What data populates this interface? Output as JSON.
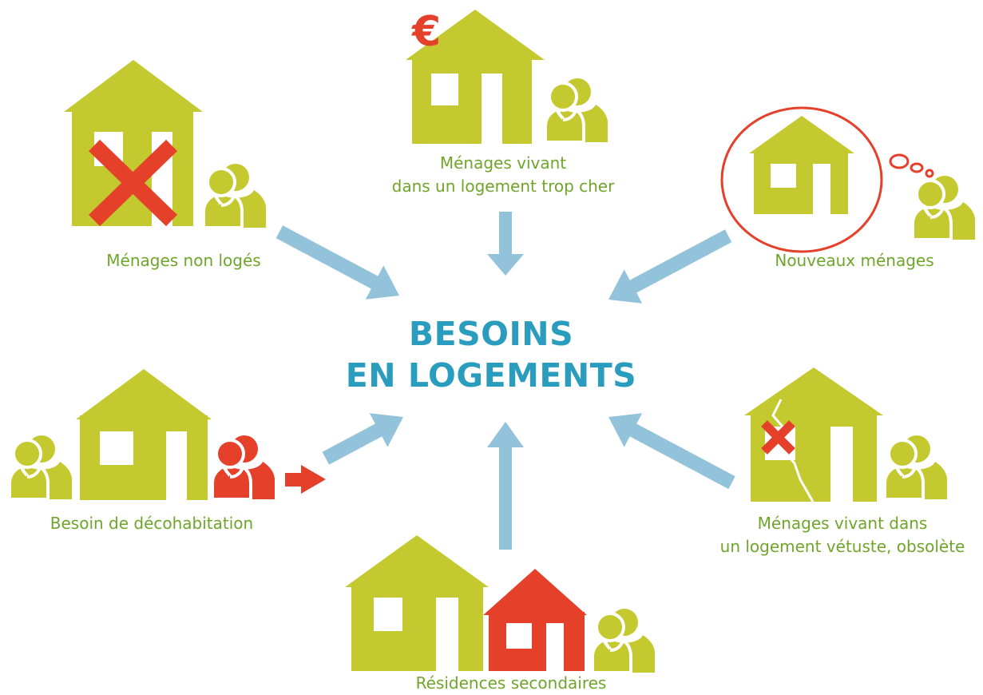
{
  "title": {
    "line1": "BESOINS",
    "line2": "EN LOGEMENTS"
  },
  "nodes": {
    "non_loges": {
      "label": "Ménages non logés"
    },
    "trop_cher": {
      "line1": "Ménages vivant",
      "line2": "dans un logement trop cher"
    },
    "nouveaux": {
      "label": "Nouveaux ménages"
    },
    "decohabitation": {
      "label": "Besoin de décohabitation"
    },
    "vetuste": {
      "line1": "Ménages vivant dans",
      "line2": "un logement vétuste, obsolète"
    },
    "secondaires": {
      "label": "Résidences secondaires"
    }
  },
  "currency_symbol": "€",
  "colors": {
    "house_green": "#c3c92e",
    "label_green": "#6fa52a",
    "accent_red": "#e4402a",
    "arrow_blue": "#92c3da",
    "title_blue": "#2a9cbd"
  }
}
